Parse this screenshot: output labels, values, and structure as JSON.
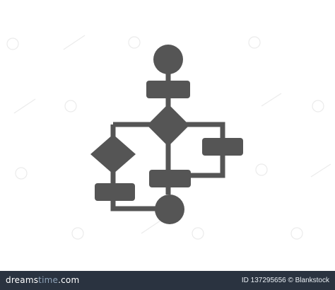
{
  "icon": {
    "name": "flowchart-icon",
    "color": "#555555",
    "line_color": "#555555",
    "watermark_color": "#e9e9e9"
  },
  "footer": {
    "logo_main": "dreams",
    "logo_dot": "time",
    "logo_suffix": ".com",
    "id_text": "ID 137295656 © Blankstock",
    "background": "#2a3340"
  }
}
